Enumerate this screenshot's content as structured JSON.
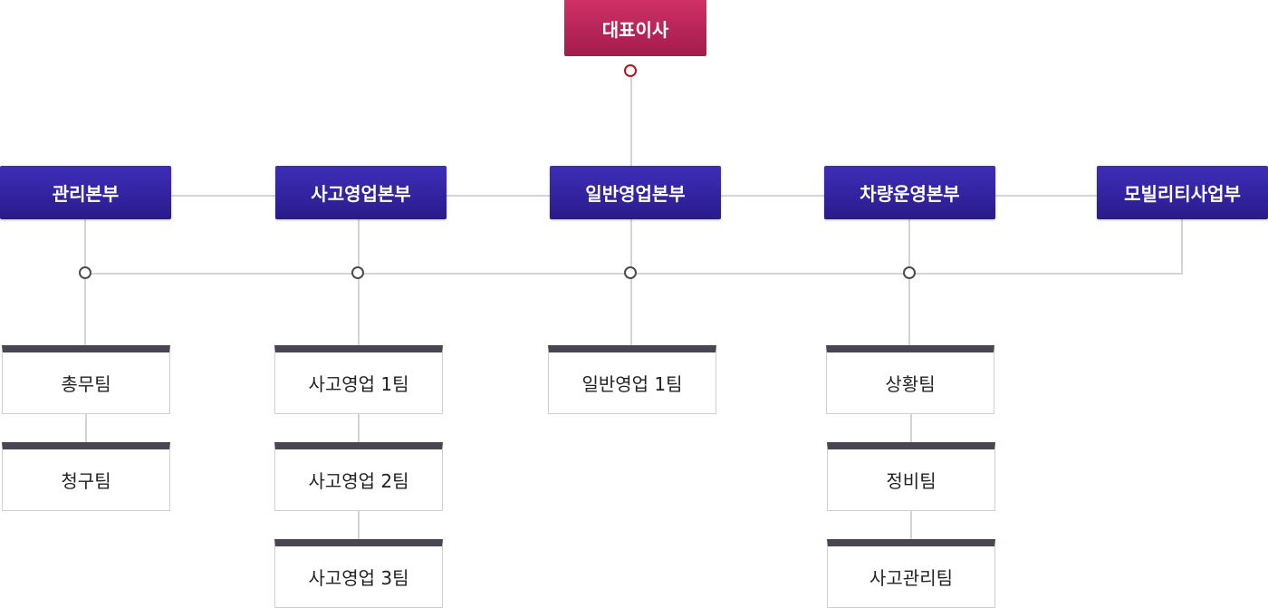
{
  "ceo": {
    "label": "대표이사"
  },
  "divisions": [
    {
      "label": "관리본부"
    },
    {
      "label": "사고영업본부"
    },
    {
      "label": "일반영업본부"
    },
    {
      "label": "차량운영본부"
    },
    {
      "label": "모빌리티사업부"
    }
  ],
  "teams": {
    "management": [
      "총무팀",
      "청구팀"
    ],
    "accident_sales": [
      "사고영업 1팀",
      "사고영업 2팀",
      "사고영업 3팀"
    ],
    "general_sales": [
      "일반영업 1팀"
    ],
    "vehicle_ops": [
      "상황팀",
      "정비팀",
      "사고관리팀"
    ]
  },
  "colors": {
    "ceo": "#b82559",
    "division": "#34239f",
    "team_header": "#4b4553",
    "line": "#d4d4d4",
    "ceo_node": "#b3171d"
  }
}
